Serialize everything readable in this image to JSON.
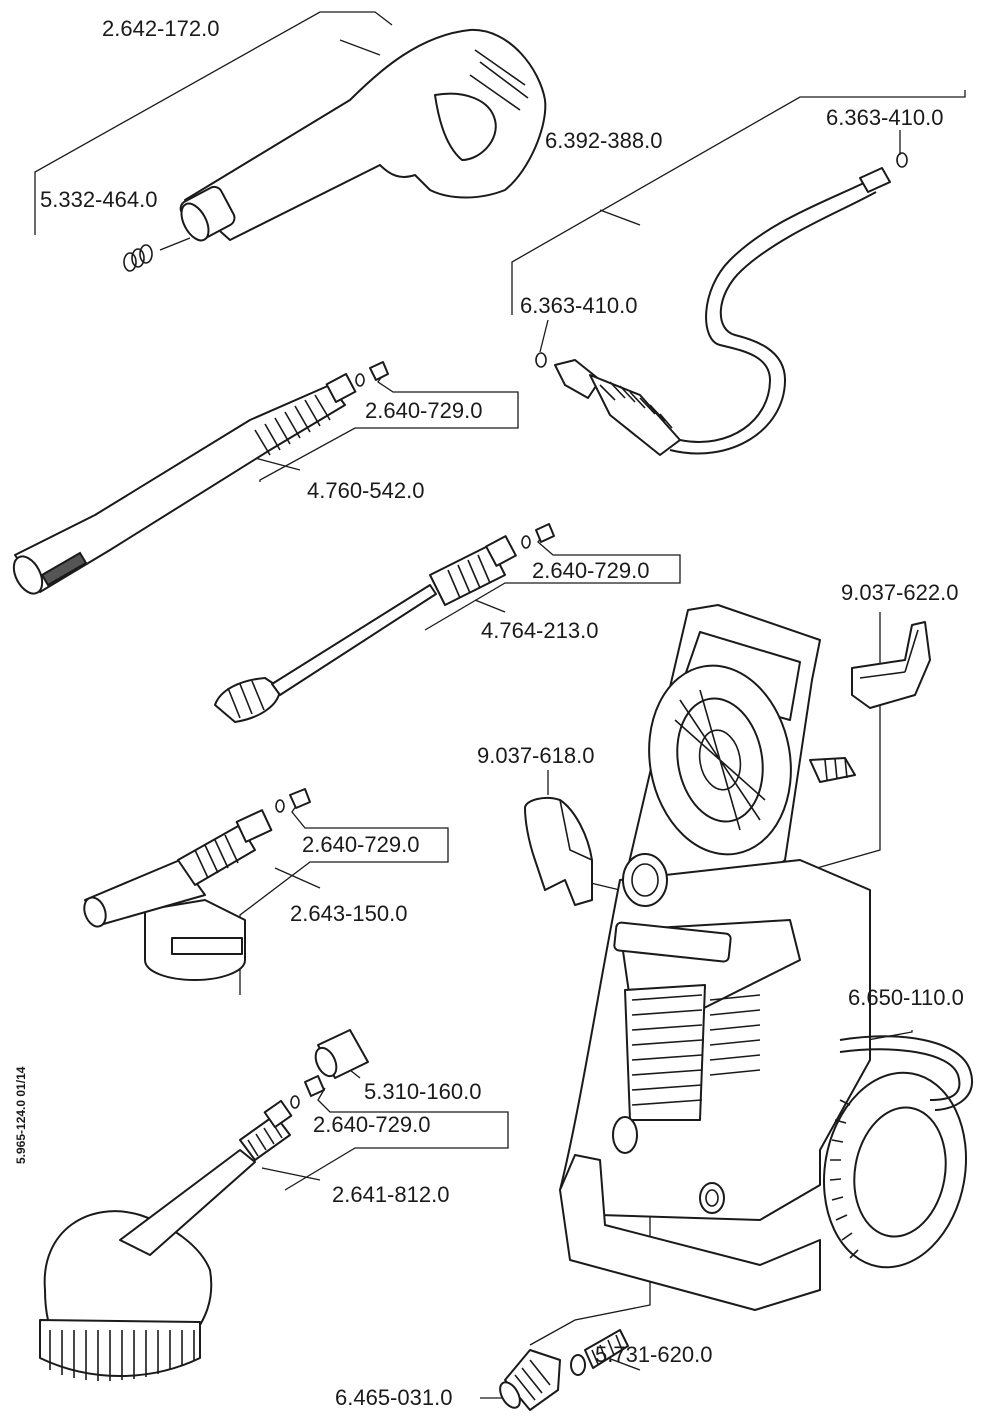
{
  "document_number": "5.965-124.0  01/14",
  "parts": [
    {
      "id": "spray-gun",
      "label": "2.642-172.0"
    },
    {
      "id": "gun-seal-set",
      "label": "5.332-464.0"
    },
    {
      "id": "hose-label",
      "label": "6.392-388.0"
    },
    {
      "id": "hose-oring-top",
      "label": "6.363-410.0"
    },
    {
      "id": "hose-oring-bottom",
      "label": "6.363-410.0"
    },
    {
      "id": "lance-1-nozzle-kit",
      "label": "2.640-729.0"
    },
    {
      "id": "lance-1",
      "label": "4.760-542.0"
    },
    {
      "id": "lance-2-nozzle-kit",
      "label": "2.640-729.0"
    },
    {
      "id": "lance-2",
      "label": "4.764-213.0"
    },
    {
      "id": "foam-nozzle-kit",
      "label": "2.640-729.0"
    },
    {
      "id": "foam-nozzle",
      "label": "2.643-150.0"
    },
    {
      "id": "brush-coupling",
      "label": "5.310-160.0"
    },
    {
      "id": "brush-nozzle-kit",
      "label": "2.640-729.0"
    },
    {
      "id": "wash-brush",
      "label": "2.641-812.0"
    },
    {
      "id": "holder-right",
      "label": "9.037-622.0"
    },
    {
      "id": "holder-left",
      "label": "9.037-618.0"
    },
    {
      "id": "power-cable",
      "label": "6.650-110.0"
    },
    {
      "id": "garden-hose-coupling",
      "label": "6.465-031.0"
    },
    {
      "id": "water-filter",
      "label": "5.731-620.0"
    }
  ]
}
